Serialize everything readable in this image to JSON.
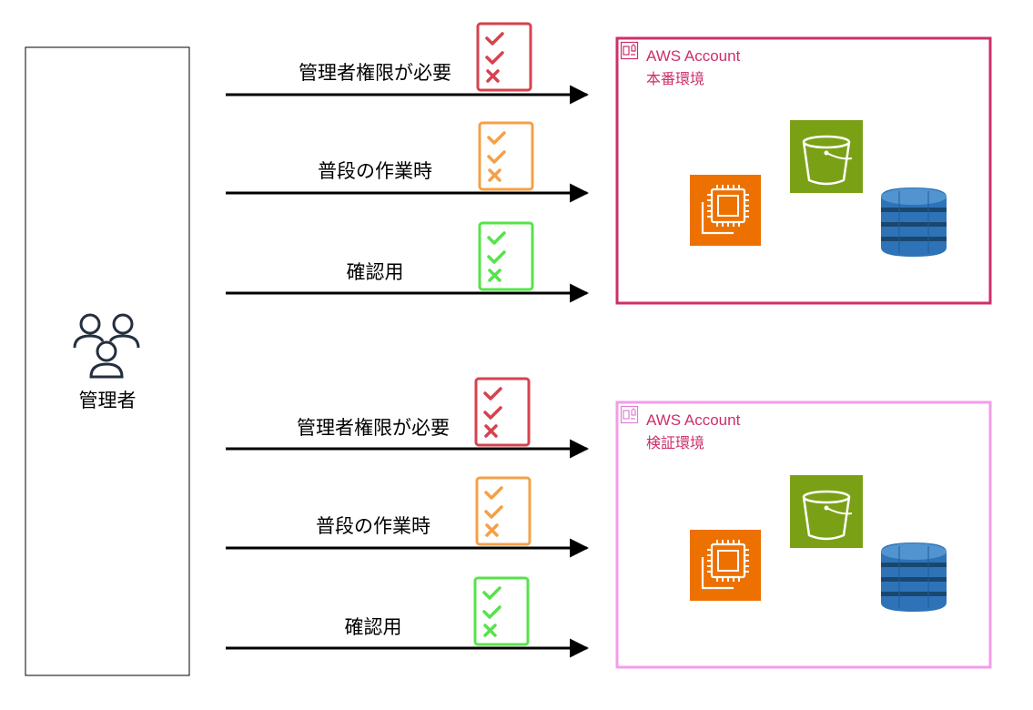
{
  "admin": {
    "label": "管理者",
    "icon": "users-icon"
  },
  "accounts": [
    {
      "title": "AWS Account",
      "env": "本番環境",
      "border_color": "#CD2F6B",
      "text_color": "#CD2F6B"
    },
    {
      "title": "AWS Account",
      "env": "検証環境",
      "border_color": "#F39CE8",
      "text_color": "#CD2F6B"
    }
  ],
  "roles": [
    {
      "label": "管理者権限が必要",
      "checklist_color": "#D6424E",
      "icon": "checklist-icon"
    },
    {
      "label": "普段の作業時",
      "checklist_color": "#F5A047",
      "icon": "checklist-icon"
    },
    {
      "label": "確認用",
      "checklist_color": "#56E34A",
      "icon": "checklist-icon"
    },
    {
      "label": "管理者権限が必要",
      "checklist_color": "#D6424E",
      "icon": "checklist-icon"
    },
    {
      "label": "普段の作業時",
      "checklist_color": "#F5A047",
      "icon": "checklist-icon"
    },
    {
      "label": "確認用",
      "checklist_color": "#56E34A",
      "icon": "checklist-icon"
    }
  ],
  "services": {
    "s3": {
      "icon": "s3-bucket-icon",
      "color": "#7AA116"
    },
    "ec2": {
      "icon": "ec2-instance-icon",
      "color": "#ED7100"
    },
    "dynamodb": {
      "icon": "dynamodb-icon",
      "color": "#2E73B8"
    }
  }
}
